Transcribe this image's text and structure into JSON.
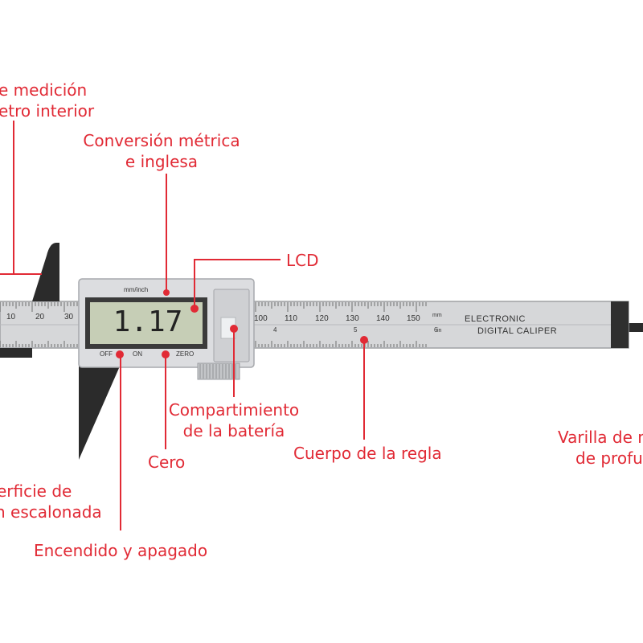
{
  "colors": {
    "callout": "#e12a35",
    "caliper_body": "#d6d7d9",
    "lcd_screen": "#c6ceb6",
    "jaw": "#2b2b2b"
  },
  "callouts": {
    "inner_measure": [
      "e medición",
      "etro interior"
    ],
    "metric_conversion": [
      "Conversión métrica",
      "e inglesa"
    ],
    "lcd": "LCD",
    "battery": [
      "Compartimiento",
      "de la batería"
    ],
    "zero": "Cero",
    "ruler_body": "Cuerpo de la regla",
    "depth_rod": [
      "Varilla de m",
      "de profu"
    ],
    "step_surface": [
      "erficie de",
      "n escalonada"
    ],
    "power": "Encendido y apagado"
  },
  "caliper": {
    "display_value": "1.17",
    "unit_toggle": "mm/inch",
    "btn_off_on": "OFF",
    "btn_on": "ON",
    "btn_zero": "ZERO",
    "brand_line1": "ELECTRONIC",
    "brand_line2": "DIGITAL CALIPER",
    "unit_mm": "mm",
    "unit_in": "in",
    "scale_left": [
      "10",
      "20",
      "30"
    ],
    "scale_right": [
      "100",
      "110",
      "120",
      "130",
      "140",
      "150"
    ],
    "inch_marks_right": [
      "4",
      "5",
      "6"
    ]
  }
}
